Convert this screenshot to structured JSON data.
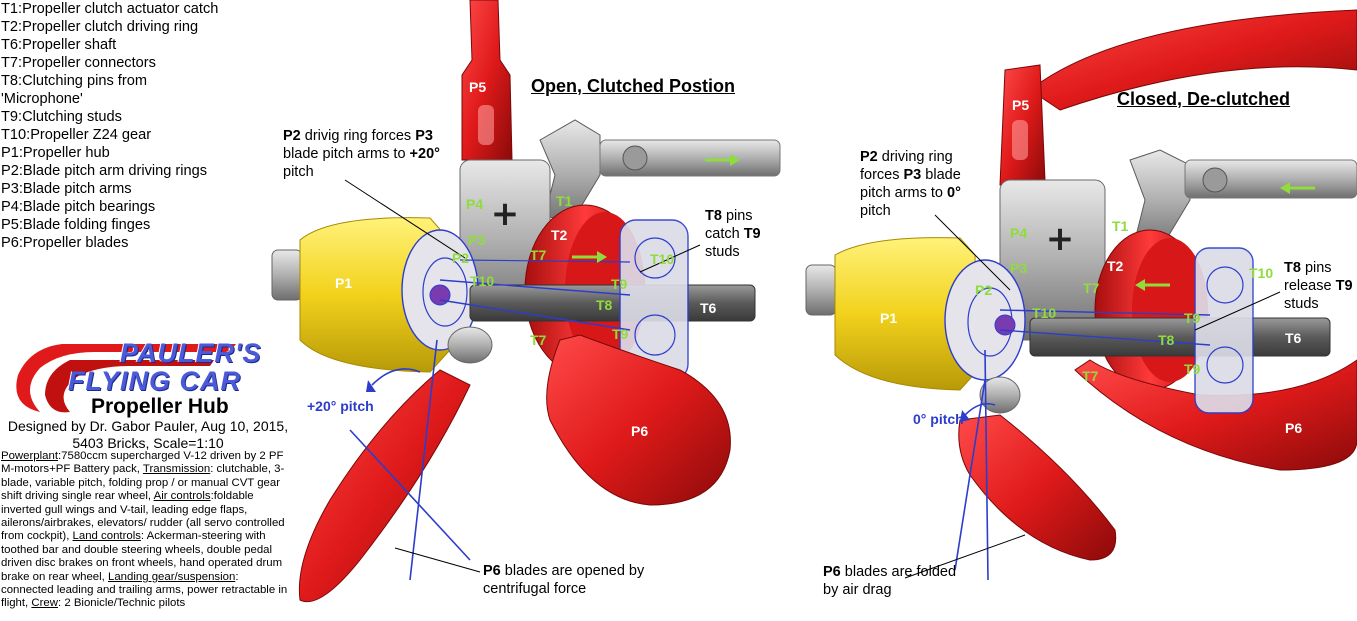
{
  "legend": [
    "T1:Propeller clutch actuator catch",
    "T2:Propeller clutch driving ring",
    "T6:Propeller shaft",
    "T7:Propeller connectors",
    "T8:Clutching pins from 'Microphone'",
    "T9:Clutching studs",
    "T10:Propeller Z24 gear",
    "P1:Propeller hub",
    "P2:Blade pitch arm driving rings",
    "P3:Blade pitch arms",
    "P4:Blade pitch bearings",
    "P5:Blade folding finges",
    "P6:Propeller blades"
  ],
  "logo": {
    "line1": "PAULER'S",
    "line2": "FLYING CAR"
  },
  "subtitle": "Propeller Hub",
  "byline": "Designed by Dr. Gabor Pauler, Aug 10, 2015, 5403 Bricks, Scale=1:10",
  "specs": [
    {
      "label": "Powerplant",
      "text": ":7580ccm supercharged V-12 driven by 2 PF M-motors+PF Battery pack, "
    },
    {
      "label": "Transmission",
      "text": ": clutchable, 3-blade, variable pitch, folding prop / or manual CVT gear shift driving single rear wheel, "
    },
    {
      "label": "Air controls",
      "text": ":foldable inverted gull wings and V-tail, leading edge flaps, ailerons/airbrakes, elevators/ rudder (all servo controlled from cockpit), "
    },
    {
      "label": "Land controls",
      "text": ": Ackerman-steering with toothed bar and double steering wheels, double pedal driven disc brakes on front wheels, hand operated drum brake on rear wheel, "
    },
    {
      "label": "Landing gear/suspension",
      "text": ": connected leading and trailing arms, power retractable in flight, "
    },
    {
      "label": "Crew",
      "text": ": 2 Bionicle/Technic pilots"
    }
  ],
  "left": {
    "heading": "Open, Clutched Postion",
    "note_top": {
      "p2": "P2",
      "t1": " drivig ring forces ",
      "p3": "P3",
      "t2": " blade pitch arms to ",
      "v": "+20°",
      "t3": " pitch"
    },
    "note_pins": {
      "a": "T8",
      "t1": " pins catch ",
      "b": "T9",
      "t2": " studs"
    },
    "pitch": "+20° pitch",
    "note_blades": {
      "a": "P6",
      "t1": " blades are opened by centrifugal force"
    },
    "labels": {
      "P5": "P5",
      "P4": "P4",
      "P3": "P3",
      "P2": "P2",
      "T10a": "T10",
      "T1": "T1",
      "T2": "T2",
      "T7a": "T7",
      "T7b": "T7",
      "T10": "T10",
      "T9a": "T9",
      "T8": "T8",
      "T9b": "T9",
      "T6": "T6",
      "P1": "P1",
      "P6": "P6"
    }
  },
  "right": {
    "heading": "Closed, De-clutched",
    "note_top": {
      "p2": "P2",
      "t1": " driving ring forces ",
      "p3": "P3",
      "t2": " blade pitch arms to ",
      "v": "0°",
      "t3": " pitch"
    },
    "note_pins": {
      "a": "T8",
      "t1": " pins release ",
      "b": "T9",
      "t2": " studs"
    },
    "pitch": "0° pitch",
    "note_blades": {
      "a": "P6",
      "t1": " blades are folded by air drag"
    },
    "labels": {
      "P5": "P5",
      "P4": "P4",
      "P3": "P3",
      "P2": "P2",
      "T10a": "T10",
      "T1": "T1",
      "T2": "T2",
      "T7": "T7",
      "T7b": "T7",
      "T10": "T10",
      "T9a": "T9",
      "T8": "T8",
      "T9b": "T9",
      "T6": "T6",
      "P1": "P1",
      "P6": "P6"
    }
  },
  "colors": {
    "red": "#e01a1a",
    "darkred": "#9c0c0c",
    "yellow": "#f2d21c",
    "gray": "#a8a8a8",
    "blue": "#2c3dcc",
    "green": "#8fdc3c"
  }
}
